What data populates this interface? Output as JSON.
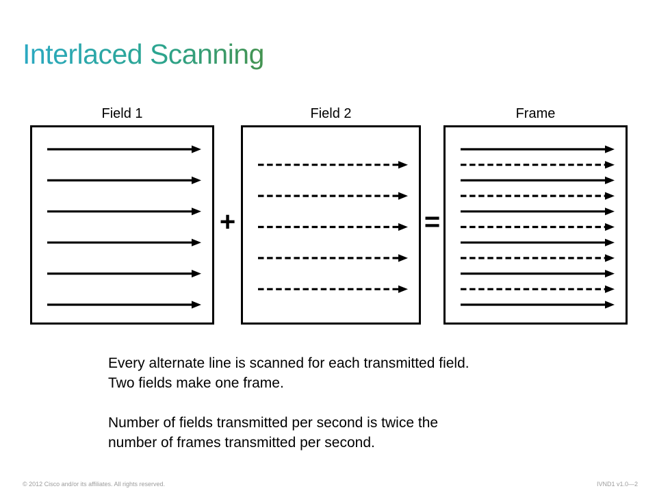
{
  "slide": {
    "title": "Interlaced Scanning"
  },
  "diagram": {
    "plus_sign": "+",
    "equals_sign": "=",
    "boxes": [
      {
        "label": "Field 1",
        "arrows": [
          {
            "line": 0,
            "style": "solid"
          },
          {
            "line": 2,
            "style": "solid"
          },
          {
            "line": 4,
            "style": "solid"
          },
          {
            "line": 6,
            "style": "solid"
          },
          {
            "line": 8,
            "style": "solid"
          },
          {
            "line": 10,
            "style": "solid"
          }
        ]
      },
      {
        "label": "Field 2",
        "arrows": [
          {
            "line": 1,
            "style": "dashed"
          },
          {
            "line": 3,
            "style": "dashed"
          },
          {
            "line": 5,
            "style": "dashed"
          },
          {
            "line": 7,
            "style": "dashed"
          },
          {
            "line": 9,
            "style": "dashed"
          }
        ]
      },
      {
        "label": "Frame",
        "arrows": [
          {
            "line": 0,
            "style": "solid"
          },
          {
            "line": 1,
            "style": "dashed"
          },
          {
            "line": 2,
            "style": "solid"
          },
          {
            "line": 3,
            "style": "dashed"
          },
          {
            "line": 4,
            "style": "solid"
          },
          {
            "line": 5,
            "style": "dashed"
          },
          {
            "line": 6,
            "style": "solid"
          },
          {
            "line": 7,
            "style": "dashed"
          },
          {
            "line": 8,
            "style": "solid"
          },
          {
            "line": 9,
            "style": "dashed"
          },
          {
            "line": 10,
            "style": "solid"
          }
        ]
      }
    ]
  },
  "body_text": {
    "paragraph1_line1": "Every alternate line is scanned for each transmitted field.",
    "paragraph1_line2": "Two fields make one frame.",
    "paragraph2_line1": "Number of fields transmitted per second is twice the",
    "paragraph2_line2": "number of frames transmitted per second."
  },
  "footer": {
    "copyright": "© 2012 Cisco and/or its affiliates. All rights reserved.",
    "slide_ref": "IVND1 v1.0—2"
  },
  "colors": {
    "title_gradient_start": "#2ba9c2",
    "title_gradient_mid": "#2ba591",
    "title_gradient_end": "#459350",
    "line_black": "#000000",
    "footer_gray": "#9c9c9c"
  }
}
